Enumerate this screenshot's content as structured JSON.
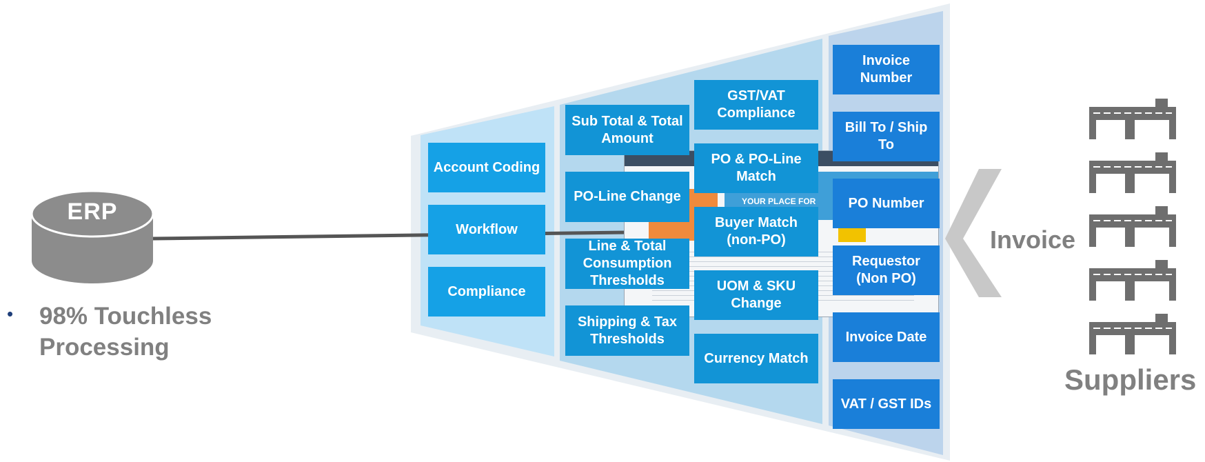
{
  "erp": {
    "label": "ERP"
  },
  "summary": {
    "bullet": "•",
    "text": "98% Touchless Processing"
  },
  "stage1": {
    "items": [
      "Account Coding",
      "Workflow",
      "Compliance"
    ]
  },
  "stage2": {
    "left_items": [
      "Sub Total & Total Amount",
      "PO-Line Change",
      "Line & Total Consumption Thresholds",
      "Shipping & Tax Thresholds"
    ],
    "right_items": [
      "GST/VAT Compliance",
      "PO & PO-Line Match",
      "Buyer Match (non-PO)",
      "UOM & SKU Change",
      "Currency Match"
    ]
  },
  "stage3": {
    "items": [
      "Invoice Number",
      "Bill To / Ship To",
      "PO Number",
      "Requestor (Non PO)",
      "Invoice Date",
      "VAT / GST IDs"
    ]
  },
  "invoice": {
    "label": "Invoice"
  },
  "suppliers": {
    "label": "Suppliers",
    "count": 5
  },
  "screenshot": {
    "banner_text": "YOUR PLACE FOR"
  },
  "colors": {
    "connector": "#555555",
    "cylinder": "#8c8c8c",
    "funnel_outer": "#e8eef3",
    "panel1": "#bfe2f7",
    "panel2": "#b4d8ee",
    "panel3": "#bcd4ec",
    "stage1_box": "#15a1e6",
    "stage2_box": "#1294d6",
    "stage3_box": "#1a7fd9",
    "chevron": "#c8c8c8",
    "building": "#6e6e6e",
    "label_gray": "#808080"
  }
}
